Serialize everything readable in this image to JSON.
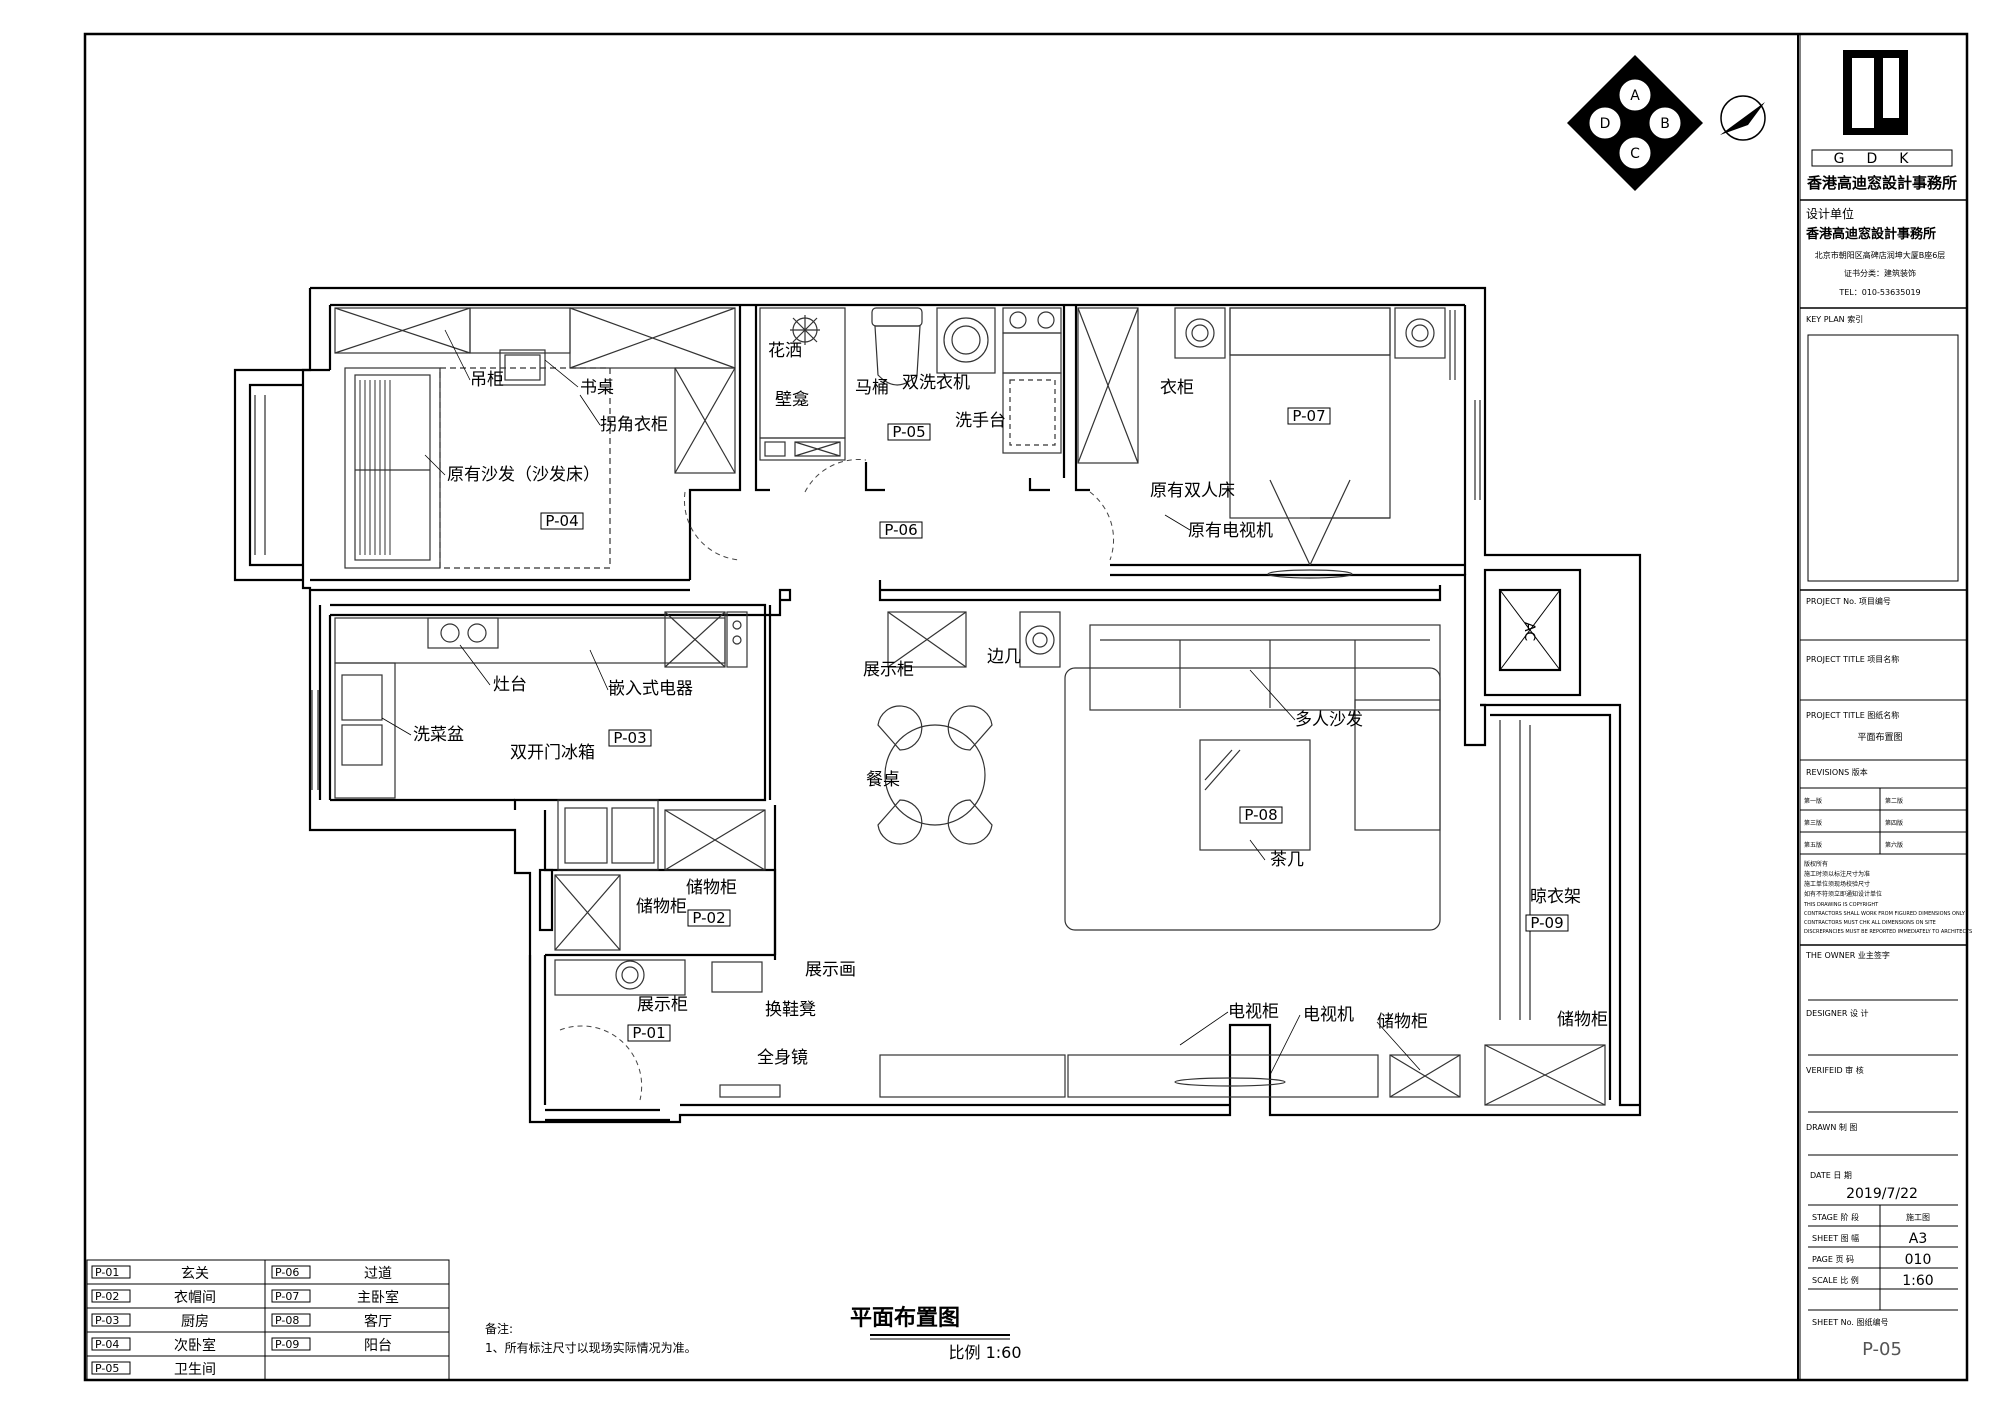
{
  "plan": {
    "title": "平面布置图",
    "scale": "比例 1:60",
    "notes_title": "备注:",
    "notes_line": "1、所有标注尺寸以现场实际情况为准。"
  },
  "rooms": [
    {
      "code": "P-01",
      "name": "玄关"
    },
    {
      "code": "P-02",
      "name": "衣帽间"
    },
    {
      "code": "P-03",
      "name": "厨房"
    },
    {
      "code": "P-04",
      "name": "次卧室"
    },
    {
      "code": "P-05",
      "name": "卫生间"
    },
    {
      "code": "P-06",
      "name": "过道"
    },
    {
      "code": "P-07",
      "name": "主卧室"
    },
    {
      "code": "P-08",
      "name": "客厅"
    },
    {
      "code": "P-09",
      "name": "阳台"
    }
  ],
  "labels": {
    "diaogui": "吊柜",
    "shuzhuo": "书桌",
    "guaijiao": "拐角衣柜",
    "sofa_bed": "原有沙发（沙发床）",
    "huasa": "花洒",
    "bikan": "壁龛",
    "matong": "马桶",
    "xiyiji": "双洗衣机",
    "xishoutai": "洗手台",
    "yigui": "衣柜",
    "shuangrenchuang": "原有双人床",
    "dianshiji_old": "原有电视机",
    "zaotai": "灶台",
    "qianru": "嵌入式电器",
    "xicaipen": "洗菜盆",
    "bingxiang": "双开门冰箱",
    "chuwugui": "储物柜",
    "chuwugui2": "储物柜",
    "zhanshigui": "展示柜",
    "zhanshigui2": "展示柜",
    "zhanshihua": "展示画",
    "huanxiedeng": "换鞋凳",
    "quanshenjing": "全身镜",
    "canzhuo": "餐桌",
    "bianji": "边几",
    "duorensofa": "多人沙发",
    "chaji": "茶几",
    "liangyijia": "晾衣架",
    "dianshigui": "电视柜",
    "dianshiji": "电视机",
    "chuwugui3": "储物柜",
    "chuwugui4": "储物柜",
    "ac": "AC"
  },
  "compass": {
    "a": "A",
    "b": "B",
    "c": "C",
    "d": "D"
  },
  "titleblock": {
    "logo_letters": "GDK",
    "firm_name": "香港高迪窓設計事務所",
    "design_unit_label": "设计单位",
    "design_unit": "香港高迪窓設計事務所",
    "address": "北京市朝阳区高碑店润坤大厦B座6层",
    "cert": "证书分类：建筑装饰",
    "tel": "TEL：010-53635019",
    "key_plan": "KEY PLAN  索引",
    "project_no": "PROJECT No.  项目编号",
    "project_title": "PROJECT TITLE  项目名称",
    "drawing_title_label": "PROJECT TITLE  图纸名称",
    "drawing_title": "平面布置图",
    "revisions": "REVISIONS  版本",
    "rev1": "第一版",
    "rev2": "第二版",
    "rev3": "第三版",
    "rev4": "第四版",
    "rev5": "第五版",
    "rev6": "第六版",
    "copyright": [
      "版权所有",
      "施工时须以标注尺寸为准",
      "施工单位须现场校验尺寸",
      "如有不符须立即通知设计单位",
      "THIS DRAWING IS COPYRIGHT",
      "CONTRACTORS SHALL WORK FROM FIGURED DIMENSIONS ONLY",
      "CONTRACTORS MUST CHK ALL DIMENSIONS ON SITE",
      "DISCREPANCIES MUST BE REPORTED IMMEDIATELY TO ARCHITECTS"
    ],
    "owner": "THE OWNER    业主签字",
    "designer": "DESIGNER   设  计",
    "verified": "VERIFEID   审  核",
    "drawn": "DRAWN    制  图",
    "date_label": "DATE   日  期",
    "date": "2019/7/22",
    "stage_label": "STAGE   阶  段",
    "stage": "施工图",
    "sheet_label": "SHEET   图  幅",
    "sheet": "A3",
    "page_label": "PAGE   页  码",
    "page": "010",
    "scale_label": "SCALE   比  例",
    "scale": "1:60",
    "sheet_no_label": "SHEET No.   图纸编号",
    "sheet_no": "P-05"
  }
}
